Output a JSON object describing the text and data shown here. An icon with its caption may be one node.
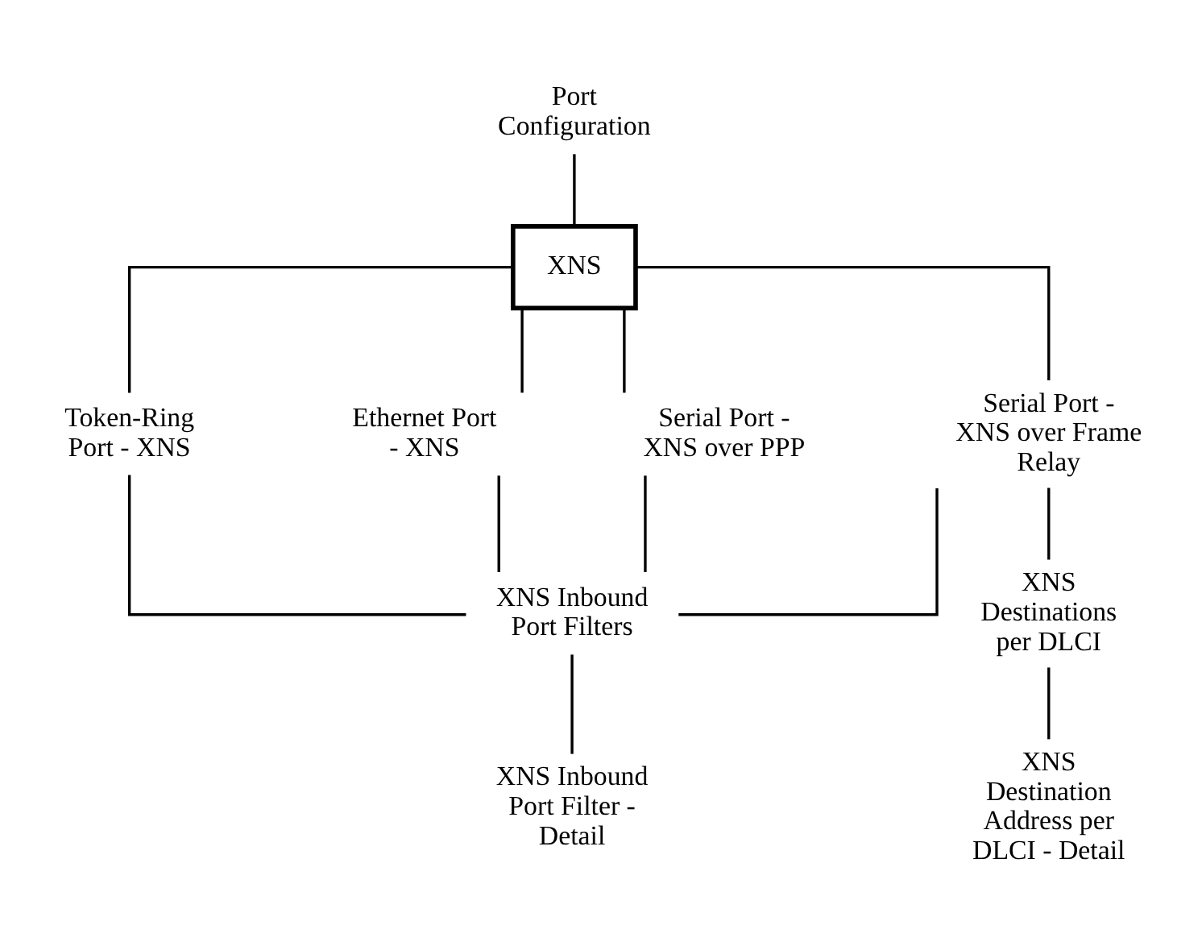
{
  "diagram": {
    "nodes": [
      {
        "text": [
          "Port Configuration"
        ]
      },
      {
        "text": [
          "XNS"
        ]
      },
      {
        "text": [
          "Token-Ring Port - XNS"
        ]
      },
      {
        "text": [
          "Ethernet Port - XNS"
        ]
      },
      {
        "text": [
          "Serial Port - XNS over PPP"
        ]
      },
      {
        "text": [
          "Serial Port - XNS over Frame Relay"
        ]
      },
      {
        "text": [
          "XNS Inbound Port Filters"
        ]
      },
      {
        "text": [
          "XNS Inbound Port Filter - Detail"
        ]
      },
      {
        "text": [
          "XNS Destinations per DLCI"
        ]
      },
      {
        "text": [
          "XNS Destination Address per DLCI - Detail"
        ]
      }
    ],
    "edges": [
      {
        "from": 0,
        "to": 1,
        "arrow": "none"
      },
      {
        "from": 1,
        "to": 2,
        "arrow": "none"
      },
      {
        "from": 1,
        "to": 3,
        "arrow": "none"
      },
      {
        "from": 1,
        "to": 4,
        "arrow": "none"
      },
      {
        "from": 1,
        "to": 5,
        "arrow": "none"
      },
      {
        "from": 2,
        "to": 6,
        "arrow": "none"
      },
      {
        "from": 3,
        "to": 6,
        "arrow": "none"
      },
      {
        "from": 4,
        "to": 6,
        "arrow": "none"
      },
      {
        "from": 5,
        "to": 6,
        "arrow": "none"
      },
      {
        "from": 6,
        "to": 7,
        "arrow": "none"
      },
      {
        "from": 5,
        "to": 8,
        "arrow": "none"
      },
      {
        "from": 8,
        "to": 9,
        "arrow": "none"
      }
    ]
  }
}
